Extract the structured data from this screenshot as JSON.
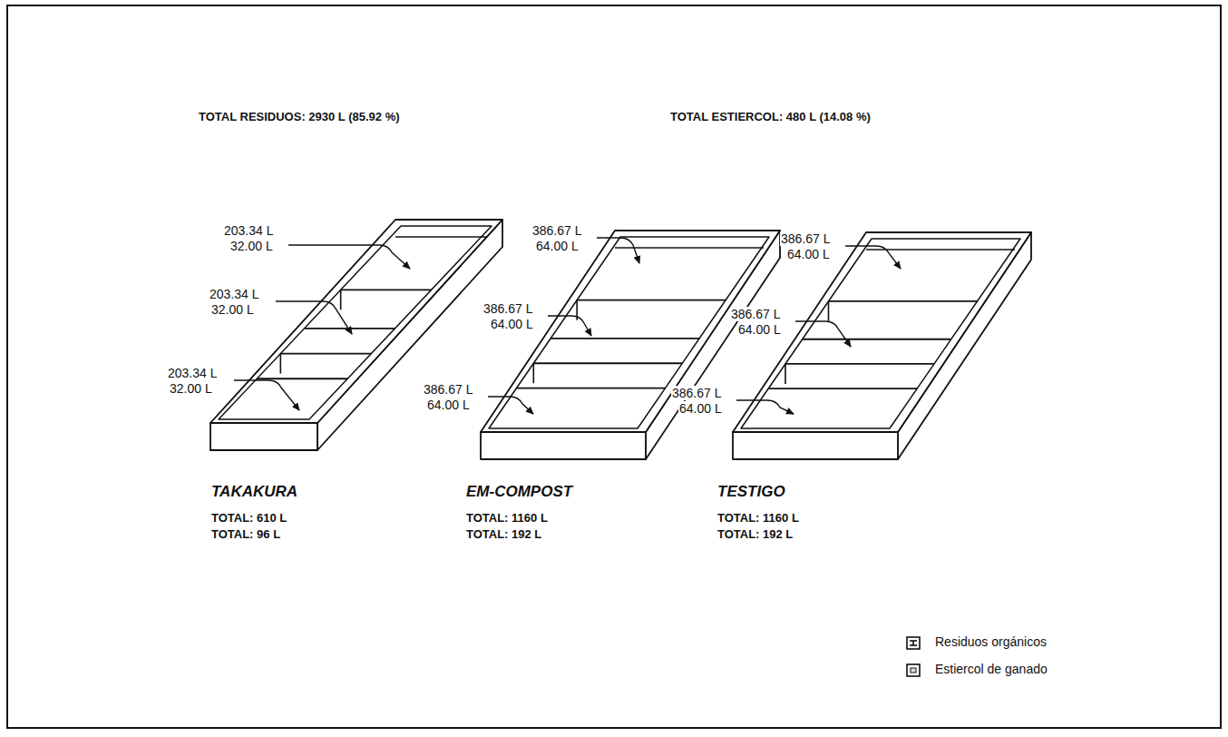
{
  "diagram": {
    "labels": [
      "TOTAL RESIDUOS: 2930 L (85.92 %)",
      "TOTAL ESTIERCOL: 480 L (14.08 %)",
      "203.34 L",
      "32.00 L",
      "203.34 L",
      "32.00 L",
      "203.34 L",
      "32.00 L",
      "386.67 L",
      "64.00 L",
      "386.67 L",
      "64.00 L",
      "386.67 L",
      "64.00 L",
      "386.67 L",
      "64.00 L",
      "386.67 L",
      "64.00 L",
      "386.67 L",
      "64.00 L",
      "TAKAKURA",
      "TOTAL: 610 L",
      "TOTAL: 96 L",
      "EM-COMPOST",
      "TOTAL: 1160 L",
      "TOTAL: 192 L",
      "TESTIGO",
      "TOTAL: 1160 L",
      "TOTAL: 192 L"
    ],
    "legend": [
      {
        "text": "Residuos orgánicos"
      },
      {
        "text": "Estiercol de ganado"
      }
    ]
  }
}
